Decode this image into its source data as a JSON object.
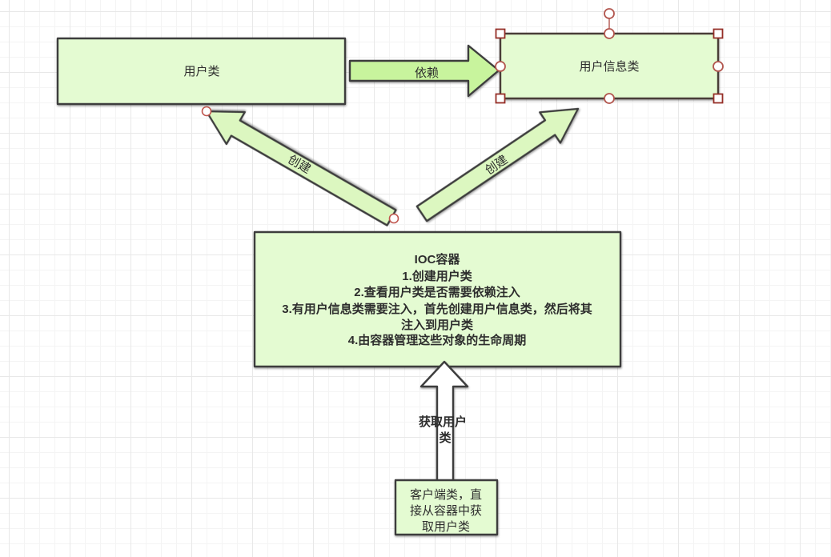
{
  "nodes": {
    "user_class": {
      "label": "用户类"
    },
    "user_info_class": {
      "label": "用户信息类"
    },
    "ioc_container": {
      "lines": [
        "IOC容器",
        "1.创建用户类",
        "2.查看用户类是否需要依赖注入",
        "3.有用户信息类需要注入，首先创建用户信息类，然后将其",
        "注入到用户类",
        "4.由容器管理这些对象的生命周期"
      ]
    },
    "client_class": {
      "lines": [
        "客户端类，直",
        "接从容器中获",
        "取用户类"
      ]
    }
  },
  "edges": {
    "depends": {
      "label": "依赖"
    },
    "create_left": {
      "label": "创建"
    },
    "create_right": {
      "label": "创建"
    },
    "get_user": {
      "lines": [
        "获取用户",
        "类"
      ]
    }
  },
  "colors": {
    "node_fill": "#e4fbd2",
    "create_arrow_fill": "#dcf7c0",
    "depends_arrow_fill": "#c8f49d",
    "get_arrow_fill": "#ffffff",
    "border": "#3e3e3e",
    "handle_square": "#952e27",
    "handle_circle": "#b2564e"
  }
}
